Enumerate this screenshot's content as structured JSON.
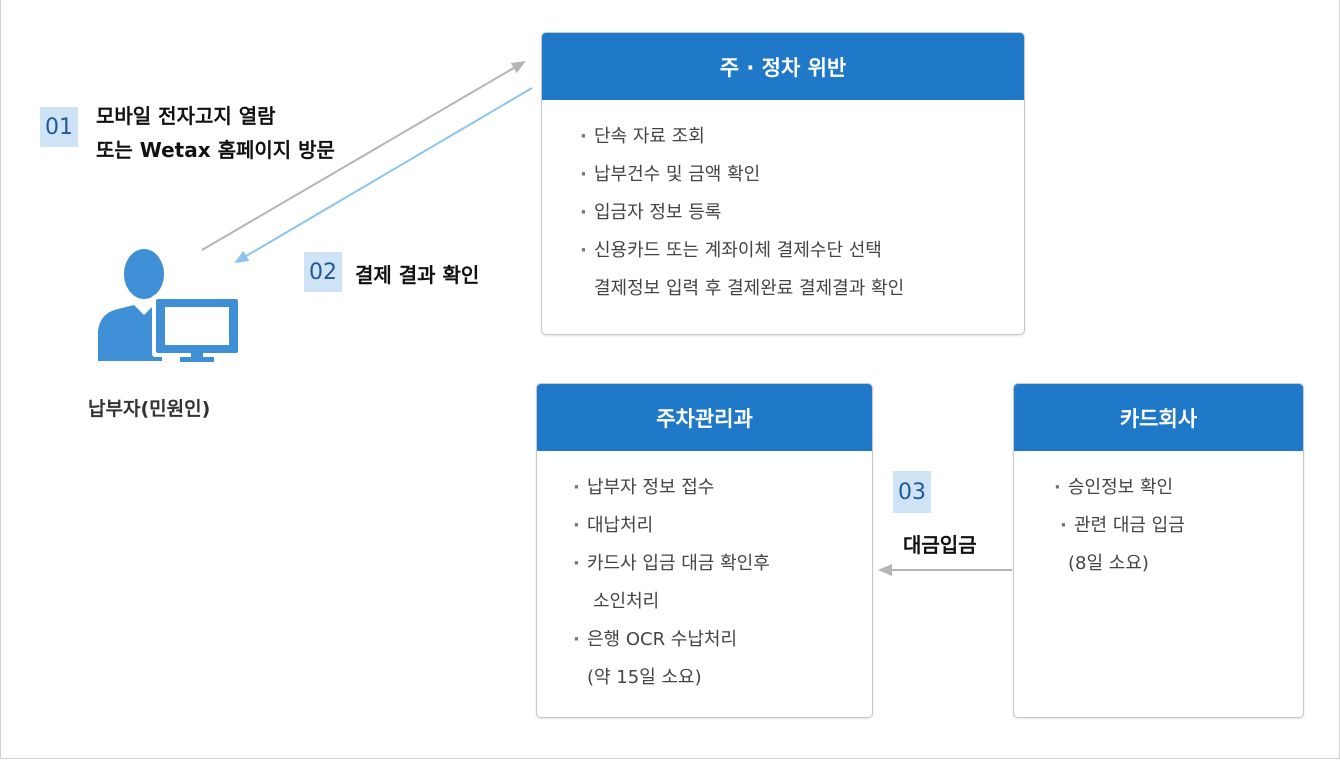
{
  "boxes": {
    "violation": {
      "title": "주 · 정차 위반",
      "items": [
        "단속 자료 조회",
        "납부건수 및 금액 확인",
        "입금자 정보 등록",
        "신용카드 또는 계좌이체 결제수단 선택"
      ],
      "continuation": "결제정보 입력 후 결제완료 결제결과 확인"
    },
    "parking": {
      "title": "주차관리과",
      "lines": [
        {
          "text": "납부자 정보 접수",
          "bullet": true
        },
        {
          "text": "대납처리",
          "bullet": true
        },
        {
          "text": "카드사 입금 대금 확인후",
          "bullet": true
        },
        {
          "text": "소인처리",
          "bullet": false
        },
        {
          "text": "은행 OCR 수납처리",
          "bullet": true
        },
        {
          "text": "(약 15일 소요)",
          "bullet": false
        }
      ]
    },
    "card": {
      "title": "카드회사",
      "lines": [
        {
          "text": "승인정보 확인",
          "bullet": true
        },
        {
          "text": "관련 대금 입금",
          "bullet": true
        },
        {
          "text": "(8일 소요)",
          "bullet": false
        }
      ]
    }
  },
  "steps": {
    "s1": {
      "num": "01",
      "line1": "모바일 전자고지 열람",
      "line2": "또는 Wetax 홈페이지 방문"
    },
    "s2": {
      "num": "02",
      "label": "결제 결과 확인"
    },
    "s3": {
      "num": "03",
      "label": "대금입금"
    }
  },
  "user": {
    "label": "납부자(민원인)",
    "icon": "person-computer-icon"
  },
  "colors": {
    "header_blue": "#1f78c8",
    "step_badge": "#cfe3f7",
    "arrow_gray": "#b5b5b5",
    "arrow_blue": "#8cc4ee",
    "icon_blue": "#3f8fd6"
  }
}
